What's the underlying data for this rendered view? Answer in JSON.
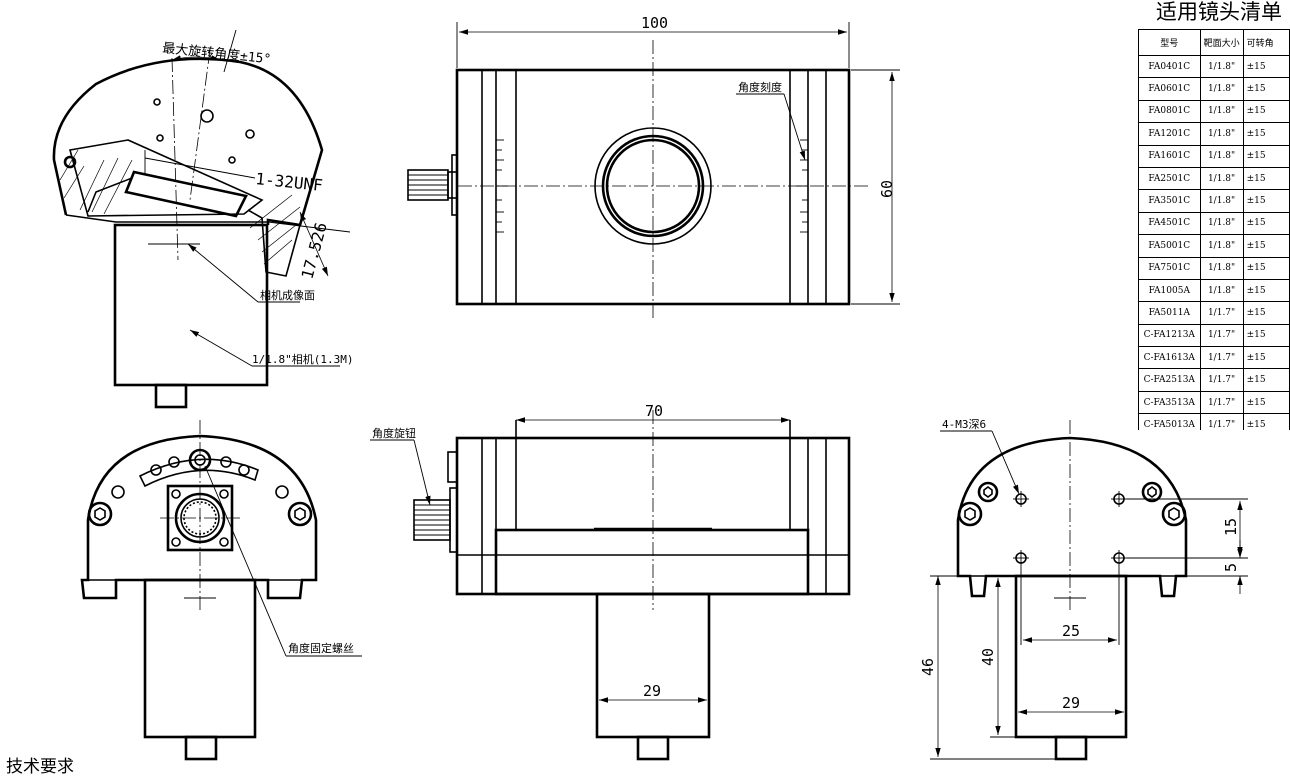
{
  "drawing": {
    "top_view": {
      "max_rotation_label": "最大旋转角度±15°",
      "thread_label": "1-32UNF",
      "dim_offset": "17.526",
      "sensor_plane_label": "相机成像面",
      "camera_label": "1/1.8\"相机(1.3M)"
    },
    "front_view": {
      "width_dim": "100",
      "height_dim": "60",
      "scale_label": "角度刻度"
    },
    "side_view_left": {
      "lock_screw_label": "角度固定螺丝"
    },
    "side_view_middle": {
      "knob_label": "角度旋钮",
      "inner_width_dim": "70",
      "body_width_dim": "29"
    },
    "side_view_right": {
      "hole_label": "4-M3深6",
      "dim_15": "15",
      "dim_5": "5",
      "dim_25": "25",
      "dim_29": "29",
      "dim_40": "40",
      "dim_46": "46"
    },
    "tech_requirements": "技术要求"
  },
  "lens_table": {
    "title": "适用镜头清单",
    "headers": [
      "型号",
      "靶面大小",
      "可转角"
    ],
    "rows": [
      [
        "FA0401C",
        "1/1.8\"",
        "±15"
      ],
      [
        "FA0601C",
        "1/1.8\"",
        "±15"
      ],
      [
        "FA0801C",
        "1/1.8\"",
        "±15"
      ],
      [
        "FA1201C",
        "1/1.8\"",
        "±15"
      ],
      [
        "FA1601C",
        "1/1.8\"",
        "±15"
      ],
      [
        "FA2501C",
        "1/1.8\"",
        "±15"
      ],
      [
        "FA3501C",
        "1/1.8\"",
        "±15"
      ],
      [
        "FA4501C",
        "1/1.8\"",
        "±15"
      ],
      [
        "FA5001C",
        "1/1.8\"",
        "±15"
      ],
      [
        "FA7501C",
        "1/1.8\"",
        "±15"
      ],
      [
        "FA1005A",
        "1/1.8\"",
        "±15"
      ],
      [
        "FA5011A",
        "1/1.7\"",
        "±15"
      ],
      [
        "C-FA1213A",
        "1/1.7\"",
        "±15"
      ],
      [
        "C-FA1613A",
        "1/1.7\"",
        "±15"
      ],
      [
        "C-FA2513A",
        "1/1.7\"",
        "±15"
      ],
      [
        "C-FA3513A",
        "1/1.7\"",
        "±15"
      ],
      [
        "C-FA5013A",
        "1/1.7\"",
        "±15"
      ]
    ]
  }
}
